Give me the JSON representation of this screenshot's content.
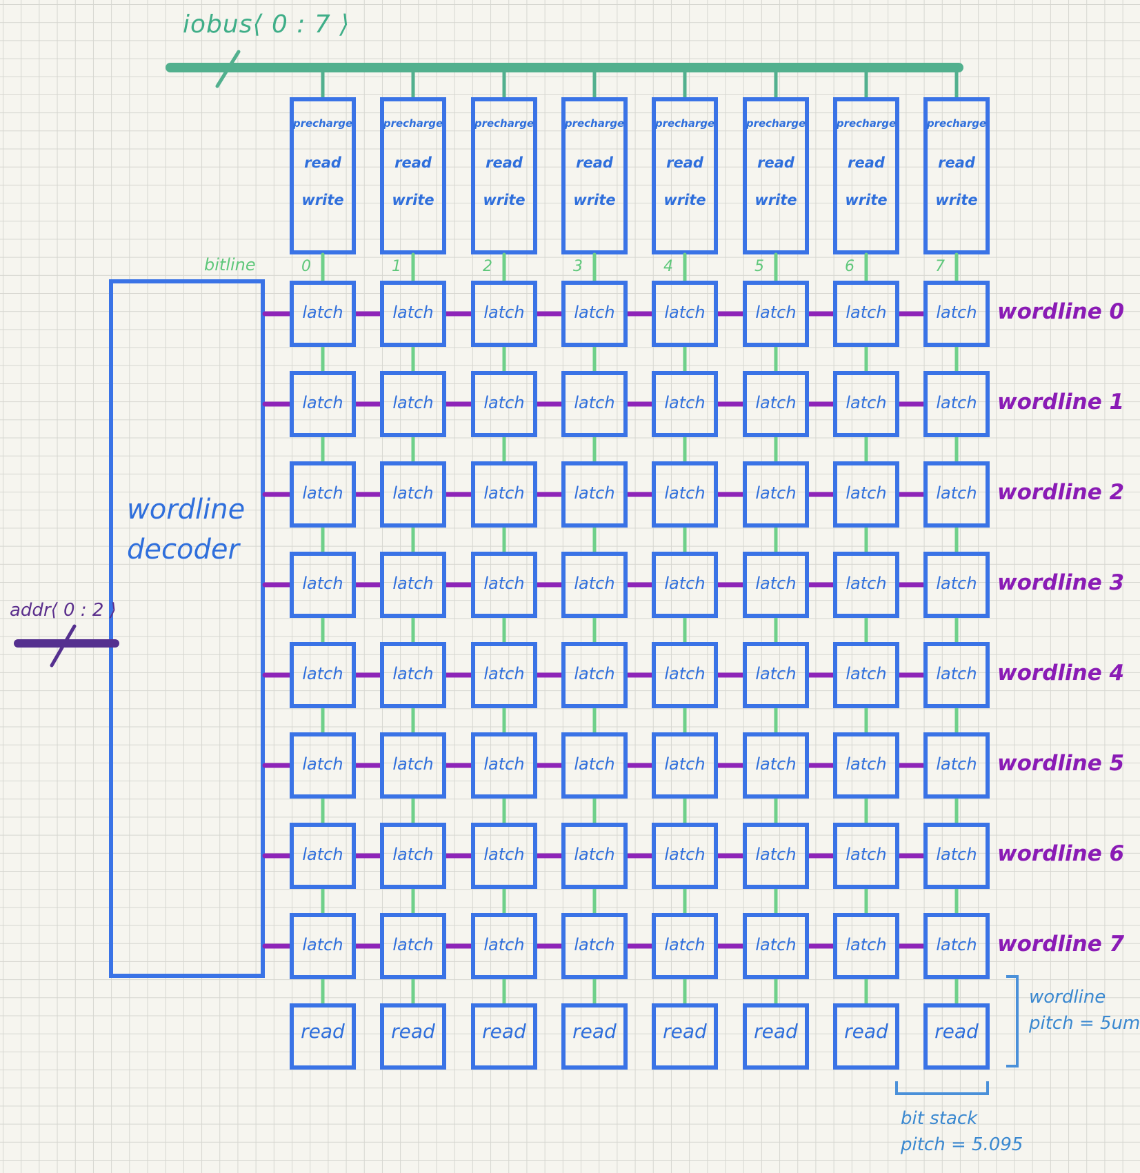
{
  "bus": {
    "label": "iobus⟨ 0 : 7 ⟩"
  },
  "address": {
    "label": "addr⟨ 0 : 2 ⟩"
  },
  "bitline": {
    "label": "bitline"
  },
  "decoder": {
    "line1": "wordline",
    "line2": "decoder"
  },
  "columns": [
    "0",
    "1",
    "2",
    "3",
    "4",
    "5",
    "6",
    "7"
  ],
  "io_cell": {
    "line1": "precharge",
    "line2": "read",
    "line3": "write"
  },
  "latch_label": "latch",
  "read_label": "read",
  "wordlines": [
    "wordline 0",
    "wordline 1",
    "wordline 2",
    "wordline 3",
    "wordline 4",
    "wordline 5",
    "wordline 6",
    "wordline 7"
  ],
  "wordline_pitch": {
    "line1": "wordline",
    "line2": "pitch = 5um"
  },
  "bitstack_pitch": {
    "line1": "bit stack",
    "line2": "pitch = 5.095"
  },
  "colors": {
    "cell_blue": "#3a73e6",
    "bus_green": "#52b08e",
    "bitline_green": "#6fd08a",
    "wordline_purple": "#8e24b8",
    "addr_purple": "#55308f",
    "bracket_blue": "#4a90d9"
  }
}
